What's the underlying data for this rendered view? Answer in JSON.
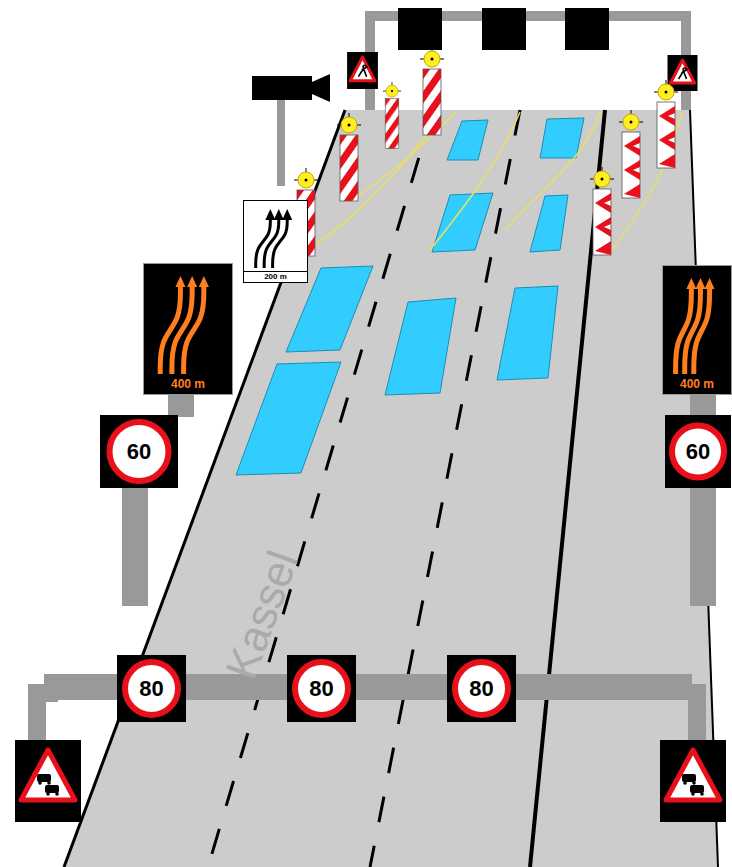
{
  "diagram": {
    "nodes": [
      {
        "text": [
          "200 m"
        ]
      },
      {
        "text": [
          "400 m"
        ]
      },
      {
        "text": [
          "400 m"
        ]
      },
      {
        "text": [
          "60"
        ]
      },
      {
        "text": [
          "60"
        ]
      },
      {
        "text": [
          "80"
        ]
      },
      {
        "text": [
          "80"
        ]
      },
      {
        "text": [
          "80"
        ]
      }
    ],
    "labels": [
      "Kassel"
    ]
  }
}
